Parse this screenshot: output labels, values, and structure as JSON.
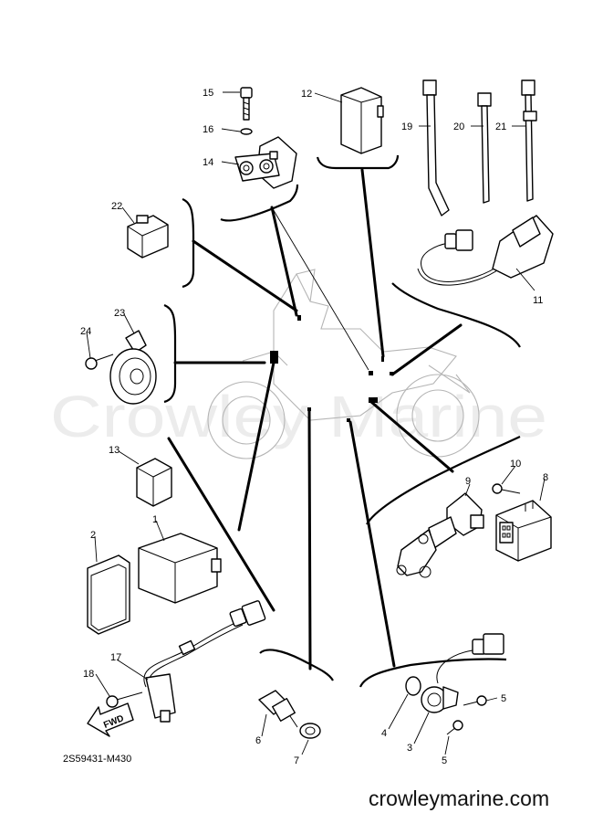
{
  "diagram": {
    "watermark": "Crowley Marine",
    "diagram_code": "2S59431-M430",
    "footer_url": "crowleymarine.com",
    "forward_label": "FWD",
    "callouts": {
      "c1": "1",
      "c2": "2",
      "c3": "3",
      "c4": "4",
      "c5a": "5",
      "c5b": "5",
      "c6": "6",
      "c7": "7",
      "c8": "8",
      "c9": "9",
      "c10": "10",
      "c11": "11",
      "c12": "12",
      "c13": "13",
      "c14": "14",
      "c15": "15",
      "c16": "16",
      "c17": "17",
      "c18": "18",
      "c19": "19",
      "c20": "20",
      "c21": "21",
      "c22": "22",
      "c23": "23",
      "c24": "24"
    }
  }
}
